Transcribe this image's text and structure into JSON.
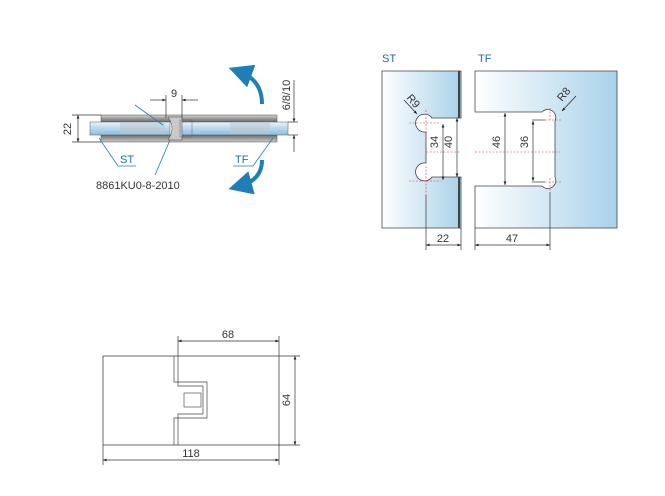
{
  "diagram": {
    "cross_section": {
      "part_number": "8861KU0-8-2010",
      "label_st": "ST",
      "label_tf": "TF",
      "dim_gap": "9",
      "dim_height": "22",
      "dim_glass": "6/8/10"
    },
    "panel_st": {
      "title": "ST",
      "radius": "R9",
      "dim_inner": "34",
      "dim_outer": "40",
      "dim_width": "22"
    },
    "panel_tf": {
      "title": "TF",
      "radius": "R8",
      "dim_outer": "46",
      "dim_inner": "36",
      "dim_width": "47"
    },
    "front_view": {
      "dim_top": "68",
      "dim_side": "64",
      "dim_bottom": "118"
    },
    "colors": {
      "accent_blue": "#1f7fb5",
      "label_blue": "#1f6f9e",
      "glass_light": "#ffffff",
      "glass_dark": "#a9d2ea",
      "center_line_red": "#e2363a",
      "outline": "#333333"
    }
  }
}
